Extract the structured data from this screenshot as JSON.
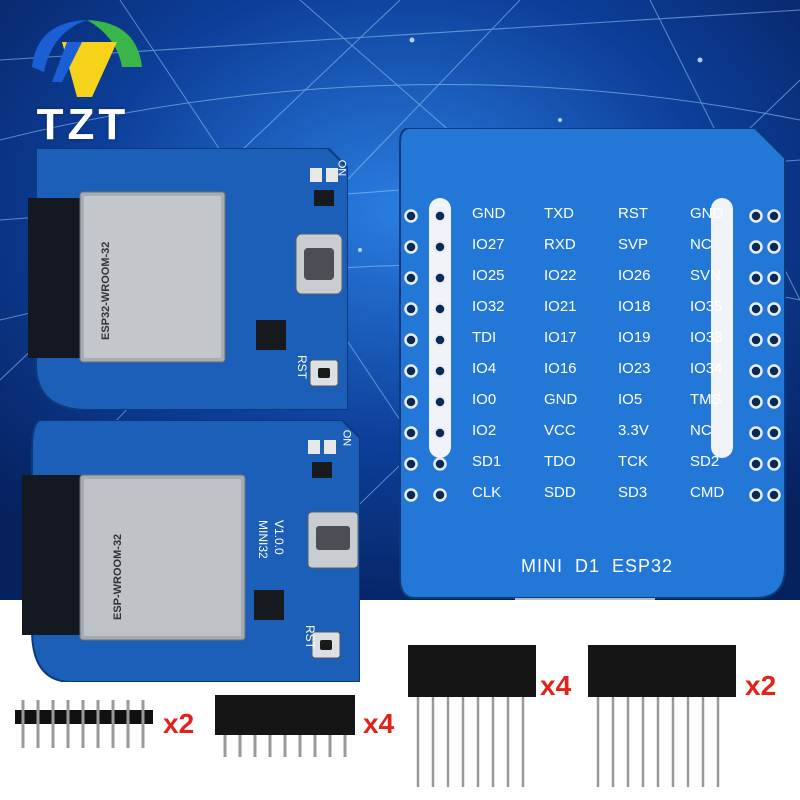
{
  "brand": {
    "name": "TZT",
    "colors": {
      "blue": "#1a5fd6",
      "green": "#39b54a",
      "yellow": "#f6d21b"
    }
  },
  "board_top": {
    "module_label": "ESP32-WROOM-32",
    "button_label": "RST",
    "led_label": "ON"
  },
  "board_bottom": {
    "module_label": "ESP-WROOM-32",
    "button_label": "RST",
    "led_label": "ON",
    "silk_name": "MINI32",
    "silk_version": "V1.0.0"
  },
  "board_back": {
    "title": "MINI  D1  ESP32",
    "pins_left": [
      [
        "GND",
        "TXD"
      ],
      [
        "IO27",
        "RXD"
      ],
      [
        "IO25",
        "IO22"
      ],
      [
        "IO32",
        "IO21"
      ],
      [
        "TDI",
        "IO17"
      ],
      [
        "IO4",
        "IO16"
      ],
      [
        "IO0",
        "GND"
      ],
      [
        "IO2",
        "VCC"
      ],
      [
        "SD1",
        "TDO"
      ],
      [
        "CLK",
        "SDD"
      ]
    ],
    "pins_right": [
      [
        "RST",
        "GND"
      ],
      [
        "SVP",
        "NC"
      ],
      [
        "IO26",
        "SVN"
      ],
      [
        "IO18",
        "IO35"
      ],
      [
        "IO19",
        "IO33"
      ],
      [
        "IO23",
        "IO34"
      ],
      [
        "IO5",
        "TMS"
      ],
      [
        "3.3V",
        "NC"
      ],
      [
        "TCK",
        "SD2"
      ],
      [
        "SD3",
        "CMD"
      ]
    ]
  },
  "accessories": [
    {
      "name": "male header",
      "qty": "x2"
    },
    {
      "name": "short female header",
      "qty": "x4"
    },
    {
      "name": "tall female header",
      "qty": "x4"
    },
    {
      "name": "tall female header long",
      "qty": "x2"
    }
  ]
}
